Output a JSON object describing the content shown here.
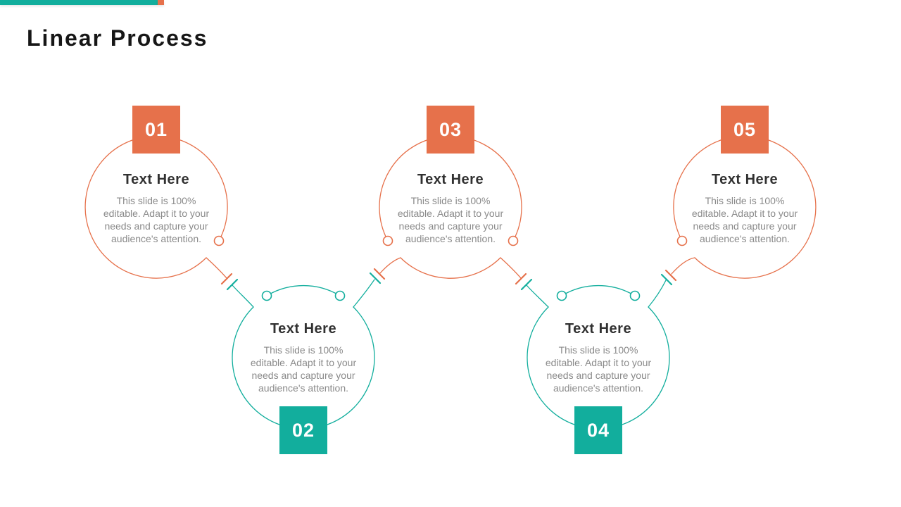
{
  "slide": {
    "title": "Linear Process"
  },
  "colors": {
    "orange": "#E6714B",
    "teal": "#12AE9D",
    "title_text": "#161616",
    "heading_text": "#313131",
    "body_text": "#8A8A8A",
    "number_text": "#FFFFFF",
    "background": "#FFFFFF"
  },
  "steps": [
    {
      "number": "01",
      "label": "Text Here",
      "description": "This slide is 100%\neditable. Adapt it to your\nneeds and capture your\naudience's attention.",
      "color": "orange",
      "position": "top"
    },
    {
      "number": "02",
      "label": "Text Here",
      "description": "This slide is 100%\neditable. Adapt it to your\nneeds and capture your\naudience's attention.",
      "color": "teal",
      "position": "bottom"
    },
    {
      "number": "03",
      "label": "Text Here",
      "description": "This slide is 100%\neditable. Adapt it to your\nneeds and capture your\naudience's attention.",
      "color": "orange",
      "position": "top"
    },
    {
      "number": "04",
      "label": "Text Here",
      "description": "This slide is 100%\neditable. Adapt it to your\nneeds and capture your\naudience's attention.",
      "color": "teal",
      "position": "bottom"
    },
    {
      "number": "05",
      "label": "Text Here",
      "description": "This slide is 100%\neditable. Adapt it to your\nneeds and capture your\naudience's attention.",
      "color": "orange",
      "position": "top"
    }
  ]
}
